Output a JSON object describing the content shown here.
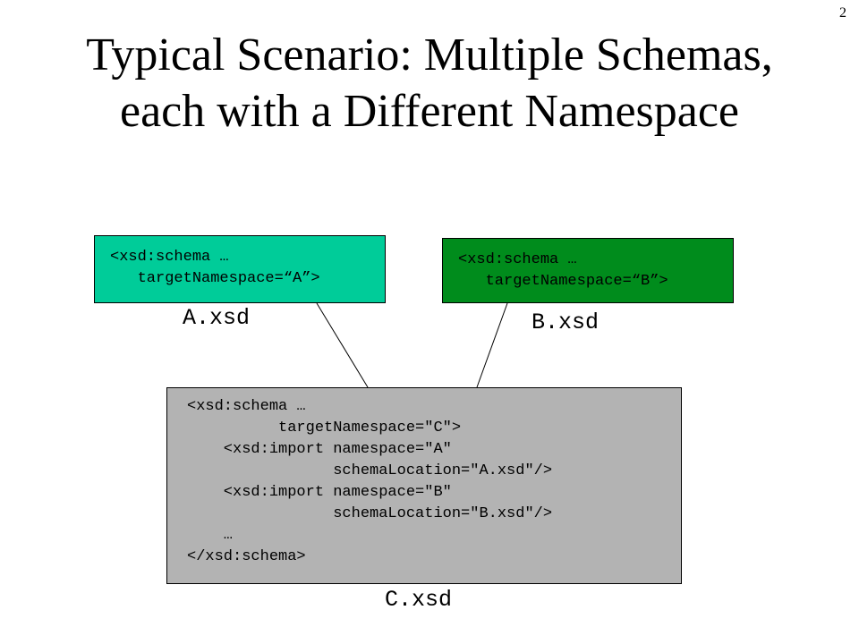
{
  "page_number": "2",
  "title": "Typical Scenario: Multiple Schemas, each with a Different Namespace",
  "colors": {
    "box_a_fill": "#00cc99",
    "box_b_fill": "#008c1c",
    "box_c_fill": "#b3b3b3",
    "line_color": "#000000"
  },
  "schema_a": {
    "filename": "A.xsd",
    "lines": [
      "<xsd:schema …",
      "   targetNamespace=“A”>"
    ]
  },
  "schema_b": {
    "filename": "B.xsd",
    "lines": [
      "<xsd:schema …",
      "   targetNamespace=“B”>"
    ]
  },
  "schema_c": {
    "filename": "C.xsd",
    "lines": [
      "<xsd:schema …",
      "          targetNamespace=\"C\">",
      "    <xsd:import namespace=\"A\"",
      "                schemaLocation=\"A.xsd\"/>",
      "    <xsd:import namespace=\"B\"",
      "                schemaLocation=\"B.xsd\"/>",
      "    …",
      "</xsd:schema>"
    ]
  }
}
